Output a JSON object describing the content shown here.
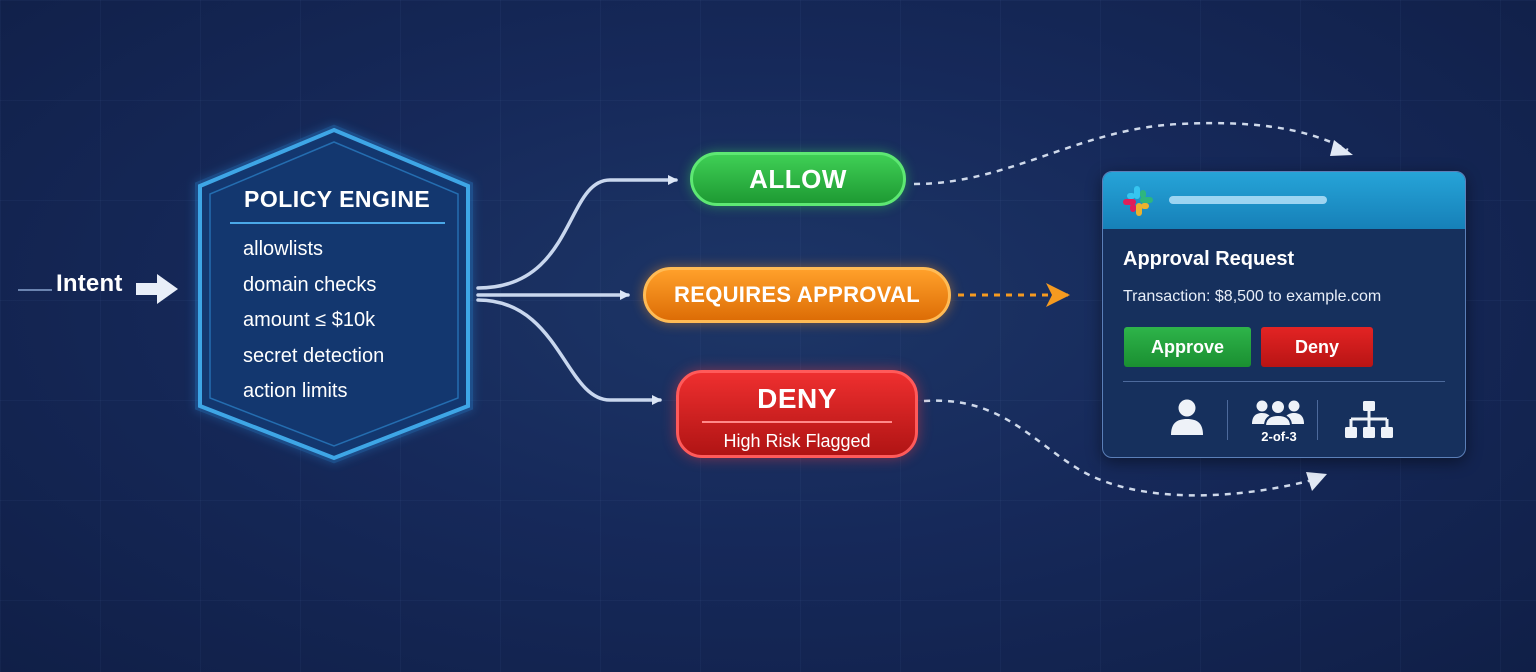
{
  "intent": {
    "label": "Intent"
  },
  "policy_engine": {
    "title": "POLICY ENGINE",
    "rules": [
      "allowlists",
      "domain checks",
      "amount ≤ $10k",
      "secret detection",
      "action limits"
    ]
  },
  "outcomes": {
    "allow": {
      "label": "ALLOW",
      "color": "#2bb744"
    },
    "requires_approval": {
      "label": "REQUIRES APPROVAL",
      "color": "#f48a15"
    },
    "deny": {
      "label": "DENY",
      "sublabel": "High Risk Flagged",
      "color": "#d91f1f"
    }
  },
  "approval_card": {
    "title": "Approval Request",
    "detail": "Transaction: $8,500 to example.com",
    "approve_label": "Approve",
    "deny_label": "Deny",
    "quorum_label": "2-of-3",
    "icons": [
      "slack-logo",
      "user-icon",
      "users-group-icon",
      "org-hierarchy-icon"
    ]
  },
  "colors": {
    "background": "#16295a",
    "connector": "#c9d7ee",
    "engine_border": "#3ea6e6",
    "card_header": "#1f94cc"
  }
}
